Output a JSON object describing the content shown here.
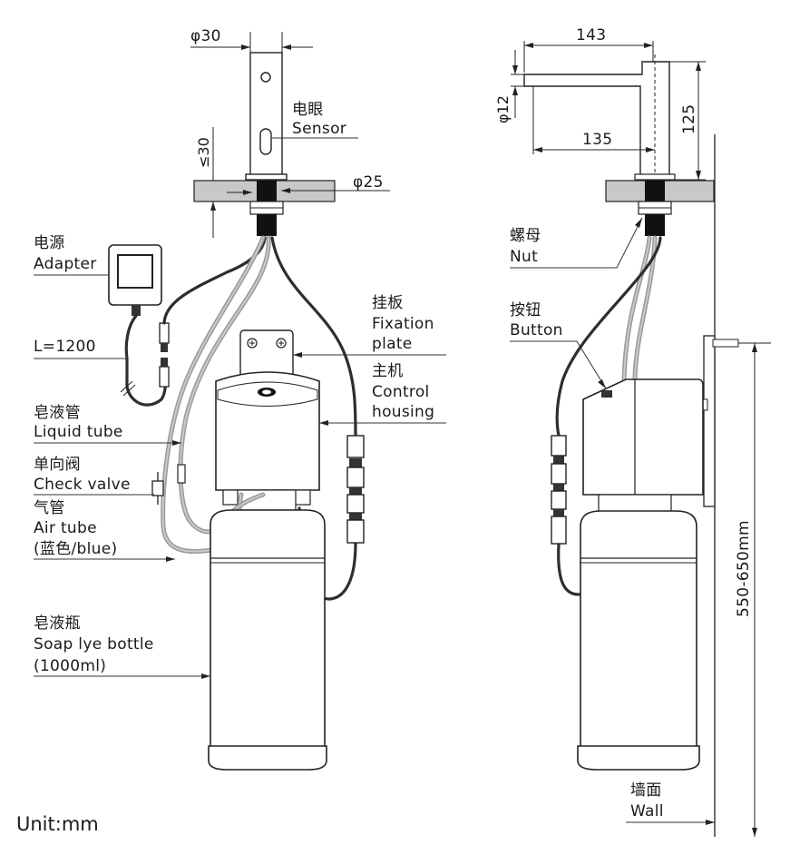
{
  "labels": {
    "d30": "φ30",
    "sensor_cn": "电眼",
    "sensor_en": "Sensor",
    "le30": "≤30",
    "d25": "φ25",
    "adapter_cn": "电源",
    "adapter_en": "Adapter",
    "length": "L=1200",
    "plate_cn": "挂板",
    "plate_en_1": "Fixation",
    "plate_en_2": "plate",
    "housing_cn": "主机",
    "housing_en_1": "Control",
    "housing_en_2": "housing",
    "liquid_cn": "皂液管",
    "liquid_en": "Liquid tube",
    "check_cn": "单向阀",
    "check_en": "Check valve",
    "air_cn": "气管",
    "air_en": "Air tube",
    "air_color": "(蓝色/blue)",
    "bottle_cn": "皂液瓶",
    "bottle_en": "Soap lye bottle",
    "bottle_cap": "(1000ml)",
    "unit": "Unit:mm",
    "d143": "143",
    "d12": "φ12",
    "d135": "135",
    "d125": "125",
    "nut_cn": "螺母",
    "nut_en": "Nut",
    "button_cn": "按钮",
    "button_en": "Button",
    "height": "550-650mm",
    "wall_cn": "墙面",
    "wall_en": "Wall"
  },
  "colors": {
    "ink": "#1a1a1a",
    "tube": "#9a9a9a",
    "cable": "#2e2e2e",
    "counter": "#c8c8c8"
  }
}
